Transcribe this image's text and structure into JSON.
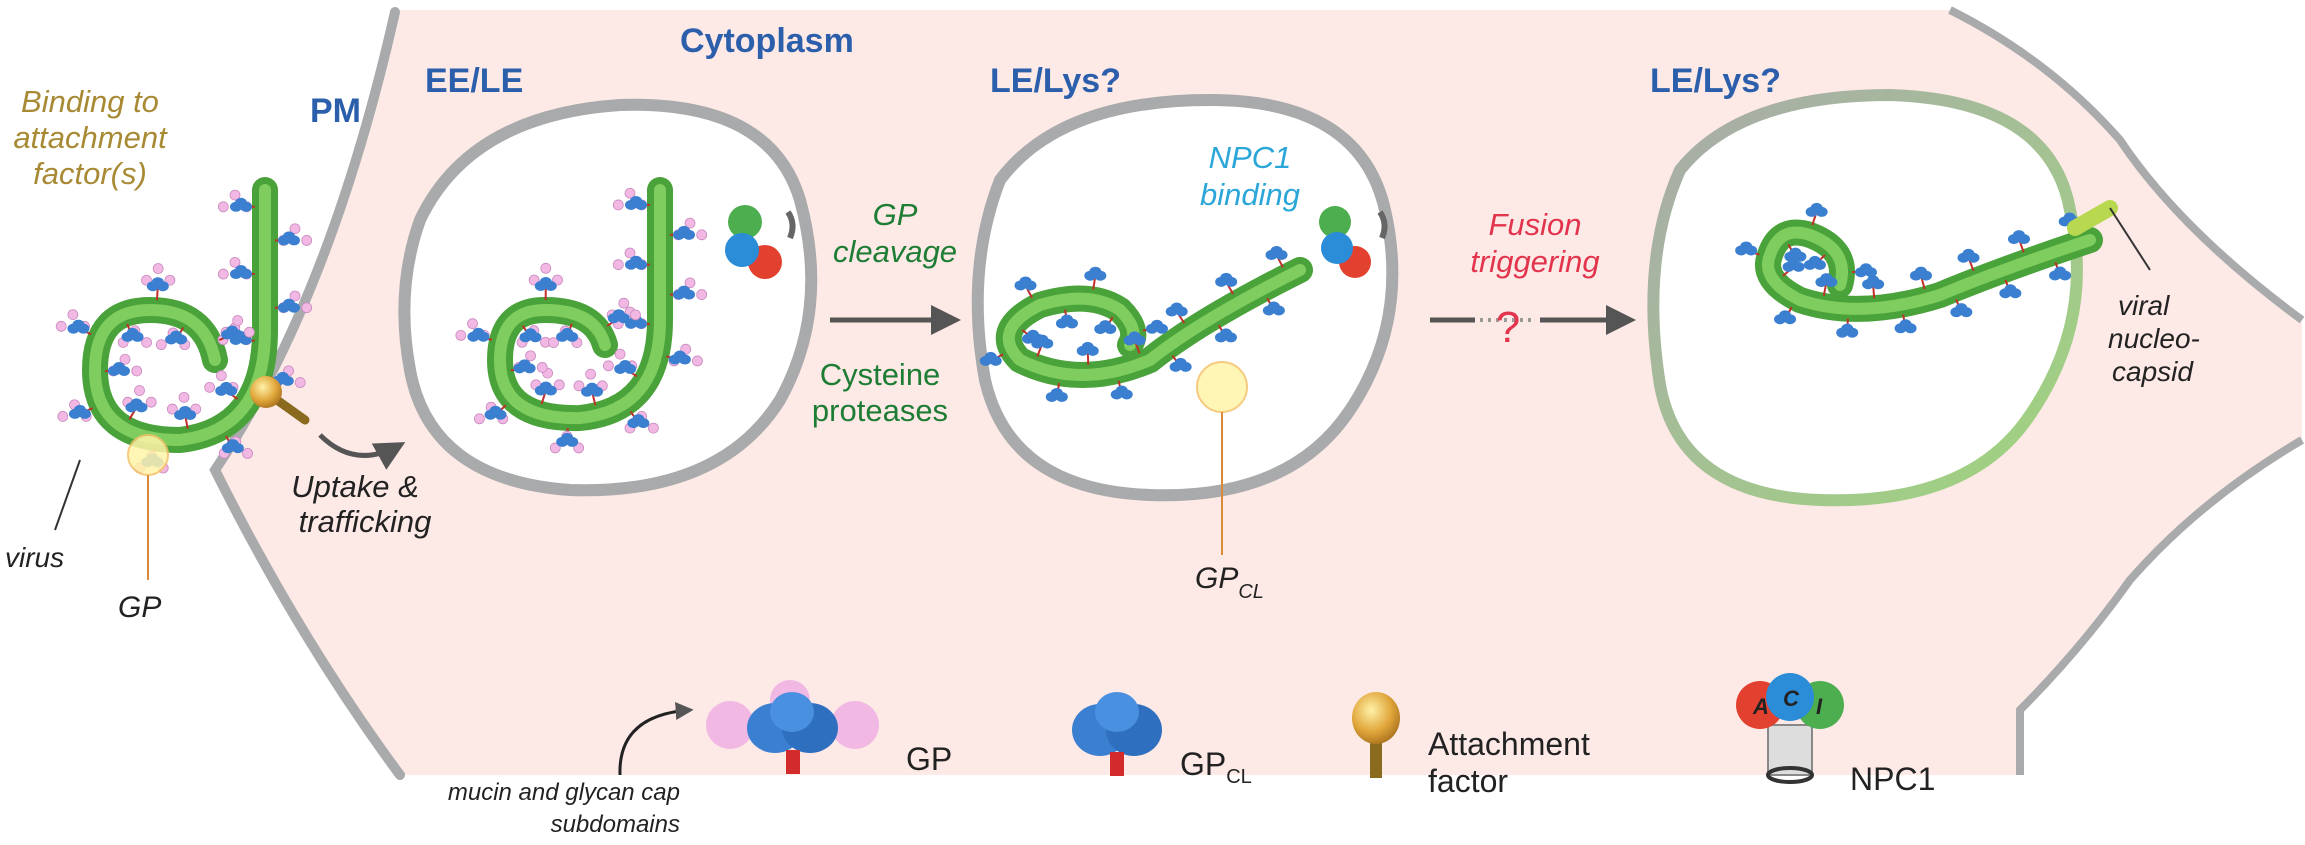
{
  "labels": {
    "pm": "PM",
    "cytoplasm": "Cytoplasm",
    "ee_le": "EE/LE",
    "le_lys_1": "LE/Lys?",
    "le_lys_2": "LE/Lys?",
    "binding": [
      "Binding to",
      "attachment",
      "factor(s)"
    ],
    "virus": "virus",
    "gp": "GP",
    "uptake": [
      "Uptake &",
      "trafficking"
    ],
    "gp_cleavage": [
      "GP",
      "cleavage"
    ],
    "cysteine": [
      "Cysteine",
      "proteases"
    ],
    "npc1_binding": [
      "NPC1",
      "binding"
    ],
    "gpcl_main": "GP",
    "gpcl_sub": "CL",
    "fusion": [
      "Fusion",
      "triggering"
    ],
    "question": "?",
    "viral_nucleocapsid": [
      "viral",
      "nucleo-",
      "capsid"
    ]
  },
  "legend": {
    "mucin_note": [
      "mucin and glycan cap",
      "subdomains"
    ],
    "gp": "GP",
    "gpcl_main": "GP",
    "gpcl_sub": "CL",
    "attachment": [
      "Attachment",
      "factor"
    ],
    "npc1": "NPC1",
    "npc1_domains": [
      "A",
      "C",
      "I"
    ]
  },
  "colors": {
    "cytoplasm_fill": "#fde9e6",
    "membrane_gray": "#a9aaab",
    "filament_green": "#5bb548",
    "gp_blue": "#3b7fd0",
    "glycan_pink": "#f2b8e4",
    "label_blue": "#2b5fab",
    "binding_gold": "#a88a35",
    "cleavage_green": "#1e7d34",
    "npc1_cyan": "#2aa6d8",
    "fusion_red": "#e2344d",
    "arrow_gray": "#555555"
  }
}
